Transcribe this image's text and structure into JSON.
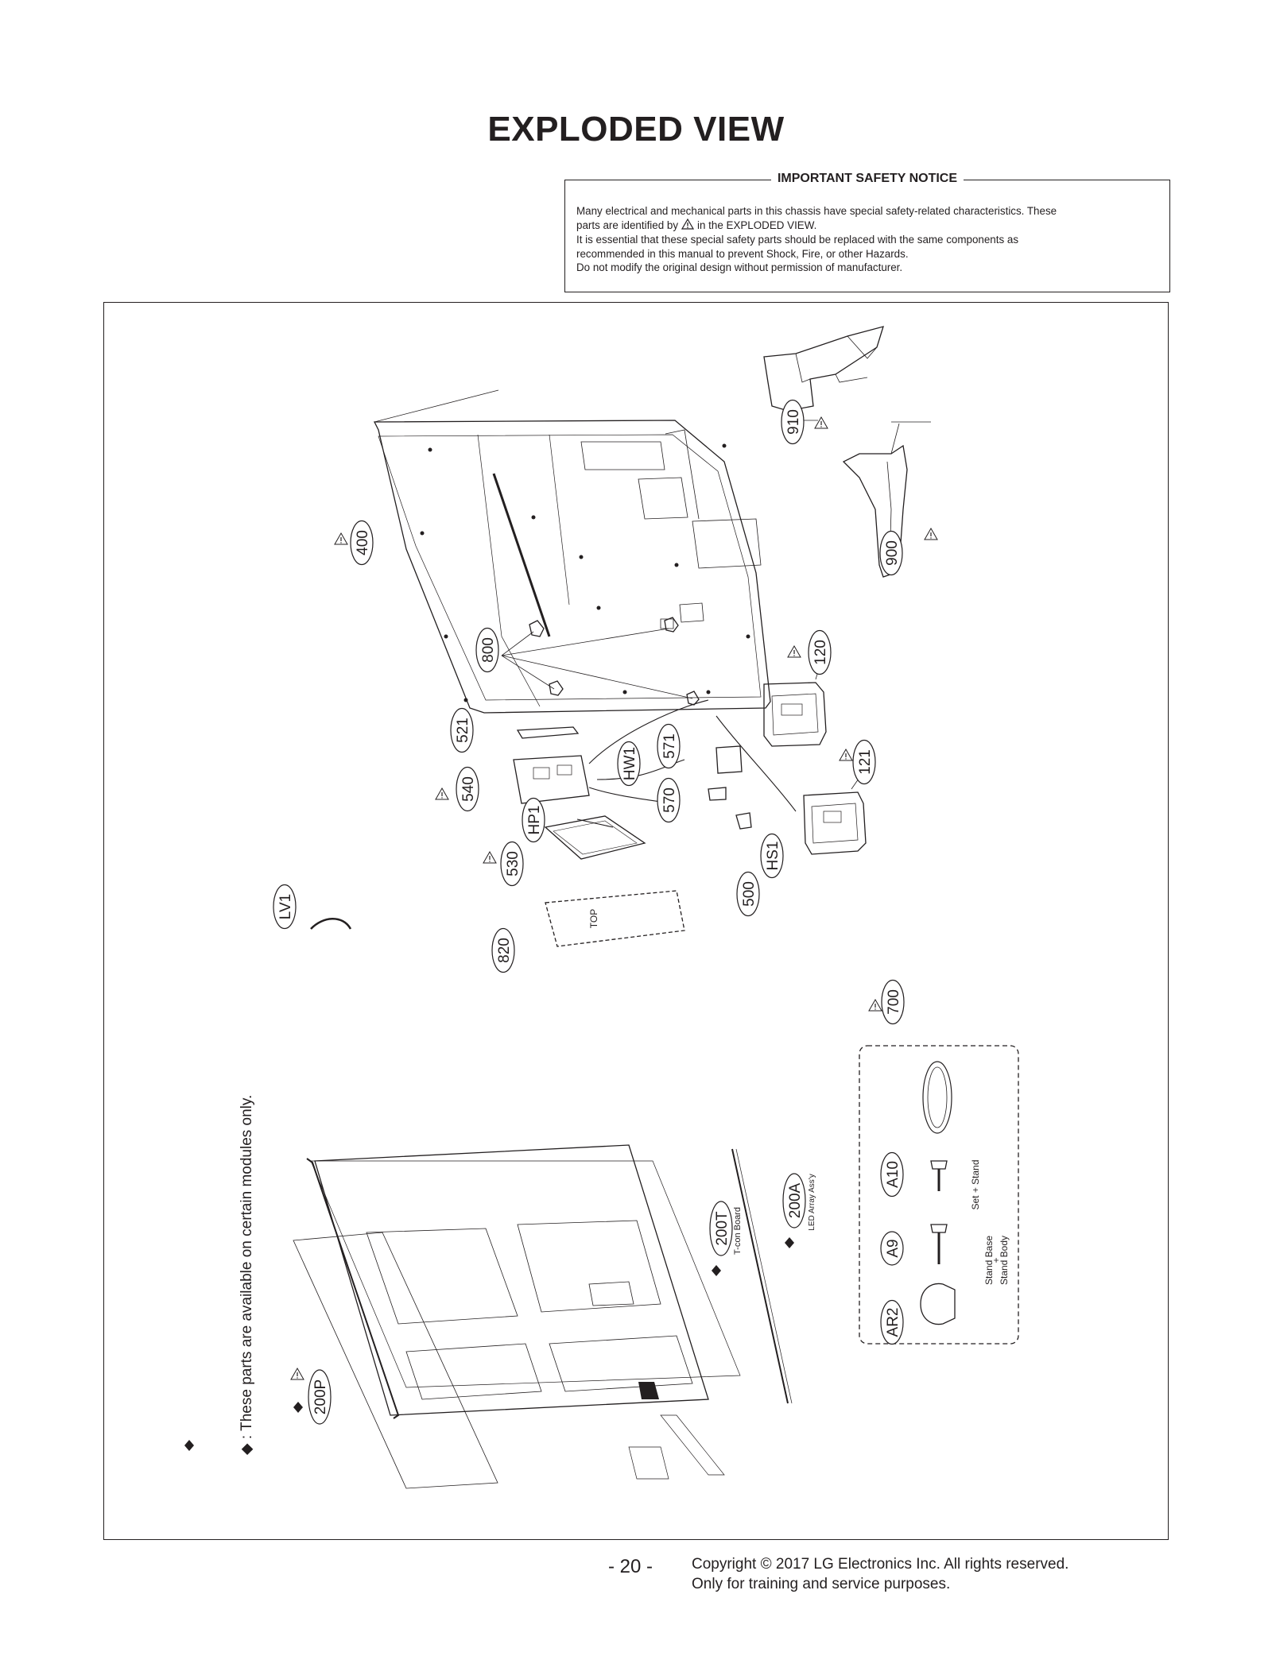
{
  "page": {
    "title": "EXPLODED VIEW",
    "page_number": "- 20 -",
    "copyright_line1": "Copyright © 2017 LG Electronics Inc. All rights reserved.",
    "copyright_line2": "Only for training and service purposes."
  },
  "notice": {
    "heading": "IMPORTANT SAFETY NOTICE",
    "line1": "Many electrical and mechanical parts in this chassis have special safety-related characteristics. These",
    "line2a": "parts are identified by",
    "line2b": "in the EXPLODED VIEW.",
    "line3": "It is essential that these special safety parts should be replaced with the same components as",
    "line4": "recommended in this manual to prevent Shock, Fire, or other Hazards.",
    "line5": "Do not modify the original design without permission of manufacturer."
  },
  "diagram": {
    "side_note": "◆ : These parts are available on certain modules only.",
    "callouts": {
      "c910": "910",
      "c900": "900",
      "c400": "400",
      "c120": "120",
      "c800": "800",
      "c521": "521",
      "c540": "540",
      "c571": "571",
      "cHW1": "HW1",
      "c121": "121",
      "c570": "570",
      "cHP1": "HP1",
      "cHS1": "HS1",
      "c530": "530",
      "c500": "500",
      "cLV1": "LV1",
      "c820": "820",
      "c700": "700",
      "cA10": "A10",
      "cA9": "A9",
      "cAR2": "AR2",
      "c200T": "200T",
      "c200A": "200A",
      "c200P": "200P"
    },
    "labels": {
      "set_stand": "Set + Stand",
      "stand_base": "Stand Base",
      "plus": "+",
      "stand_body": "Stand Body",
      "tcon": "T-con Board",
      "led_array": "LED Array Ass'y",
      "top_mark": "TOP"
    }
  },
  "colors": {
    "ink": "#231f20",
    "background": "#ffffff"
  },
  "icons": {
    "warning": "warning-triangle-icon",
    "diamond": "diamond-icon"
  }
}
